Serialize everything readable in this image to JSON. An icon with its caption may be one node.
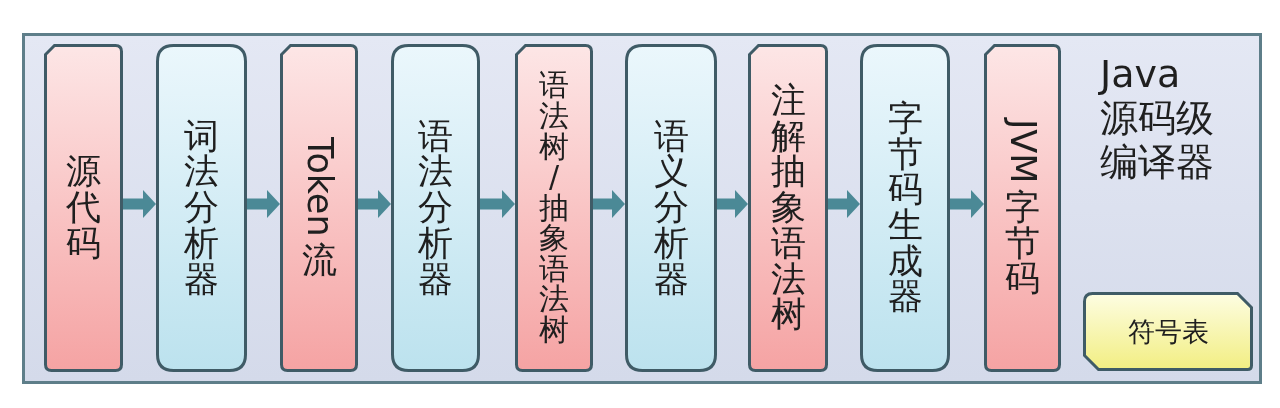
{
  "diagram": {
    "nodes": [
      {
        "text": [
          "Java源码级编译器"
        ]
      },
      {
        "text": [
          "源代码"
        ],
        "in": 0
      },
      {
        "text": [
          "词法分析器"
        ],
        "in": 0
      },
      {
        "text": [
          "Token 流"
        ],
        "in": 0
      },
      {
        "text": [
          "语法分析器"
        ],
        "in": 0
      },
      {
        "text": [
          "语法树/抽象语法树"
        ],
        "in": 0
      },
      {
        "text": [
          "语义分析器"
        ],
        "in": 0
      },
      {
        "text": [
          "注解抽象语法树"
        ],
        "in": 0
      },
      {
        "text": [
          "字节码生成器"
        ],
        "in": 0
      },
      {
        "text": [
          "JVM 字节码"
        ],
        "in": 0
      },
      {
        "text": [
          "符号表"
        ],
        "in": 0
      }
    ],
    "edges": [
      {
        "from": 1,
        "to": 2,
        "arrow": "to"
      },
      {
        "from": 2,
        "to": 3,
        "arrow": "to"
      },
      {
        "from": 3,
        "to": 4,
        "arrow": "to"
      },
      {
        "from": 4,
        "to": 5,
        "arrow": "to"
      },
      {
        "from": 5,
        "to": 6,
        "arrow": "to"
      },
      {
        "from": 6,
        "to": 7,
        "arrow": "to"
      },
      {
        "from": 7,
        "to": 8,
        "arrow": "to"
      },
      {
        "from": 8,
        "to": 9,
        "arrow": "to"
      }
    ]
  }
}
